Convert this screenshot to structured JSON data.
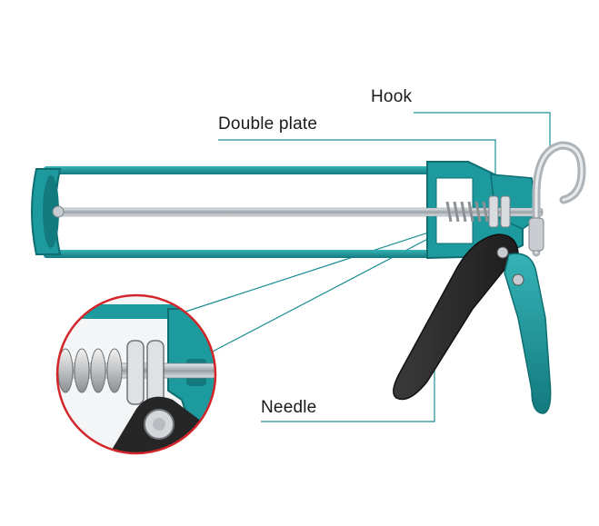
{
  "callouts": {
    "hook": "Hook",
    "double_plate": "Double plate",
    "needle": "Needle"
  },
  "colors": {
    "frame": "#1d9a9e",
    "frame_dark": "#0f6e72",
    "leader": "#1d8f93",
    "zoom_ring": "#d3262b",
    "rod": "#b9bec3",
    "handle": "#2b2b2b"
  },
  "icons": [
    "caulking-gun",
    "hook",
    "spring",
    "double-plate",
    "trigger-handle",
    "zoom-inset"
  ]
}
